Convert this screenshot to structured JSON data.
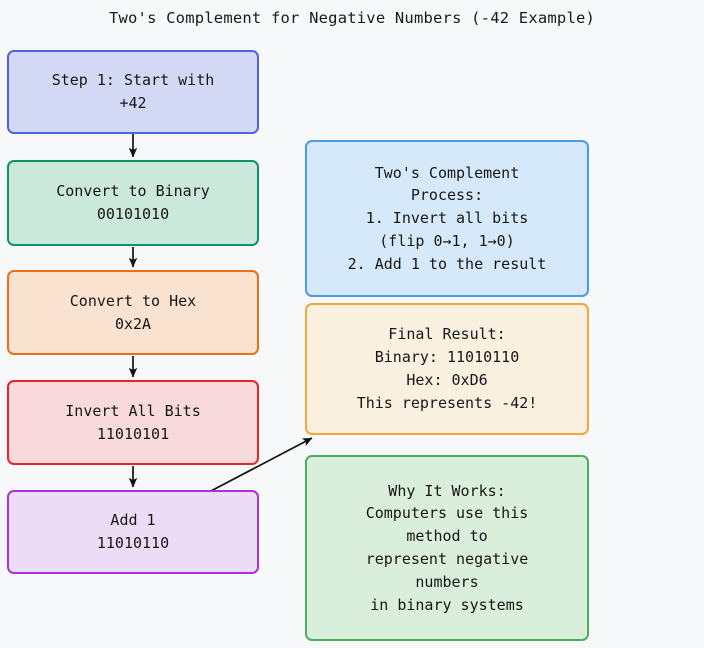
{
  "diagram": {
    "title": "Two's Complement for Negative Numbers (-42 Example)",
    "background_color": "#F7F8FA",
    "type": "flowchart",
    "nodes": [
      {
        "id": "start",
        "name": "step-1-start-with-42",
        "text": "Step 1: Start with\n+42",
        "border_color": "#4F63E0",
        "fill_color": "#D3D8F5",
        "column": "left",
        "order": 1
      },
      {
        "id": "binary",
        "name": "convert-to-binary",
        "text": "Convert to Binary\n00101010",
        "border_color": "#0E9463",
        "fill_color": "#CBE8DC",
        "column": "left",
        "order": 2
      },
      {
        "id": "hex",
        "name": "convert-to-hex",
        "text": "Convert to Hex\n0x2A",
        "border_color": "#E8701A",
        "fill_color": "#FAE2D0",
        "column": "left",
        "order": 3
      },
      {
        "id": "invert",
        "name": "invert-all-bits",
        "text": "Invert All Bits\n11010101",
        "border_color": "#E8232A",
        "fill_color": "#F8DADC",
        "column": "left",
        "order": 4
      },
      {
        "id": "add",
        "name": "add-one",
        "text": "Add 1\n11010110",
        "border_color": "#A933D8",
        "fill_color": "#EDDCF5",
        "column": "left",
        "order": 5
      },
      {
        "id": "process",
        "name": "twos-complement-process",
        "text": "Two's Complement\nProcess:\n1. Invert all bits\n(flip 0→1, 1→0)\n2. Add 1 to the result",
        "border_color": "#4A9BE8",
        "fill_color": "#D6E9FA",
        "column": "right",
        "order": 1
      },
      {
        "id": "final",
        "name": "final-result",
        "text": "Final Result:\nBinary: 11010110\nHex: 0xD6\nThis represents -42!",
        "border_color": "#F0A83A",
        "fill_color": "#FAF0DF",
        "column": "right",
        "order": 2
      },
      {
        "id": "why",
        "name": "why-it-works",
        "text": "Why It Works:\nComputers use this\nmethod to\nrepresent negative\nnumbers\nin binary systems",
        "border_color": "#4AAF5C",
        "fill_color": "#D9EFDC",
        "column": "right",
        "order": 3
      }
    ],
    "edges": [
      {
        "name": "edge-start-to-binary",
        "from": "start",
        "to": "binary",
        "style": "vertical-arrow"
      },
      {
        "name": "edge-binary-to-hex",
        "from": "binary",
        "to": "hex",
        "style": "vertical-arrow"
      },
      {
        "name": "edge-hex-to-invert",
        "from": "hex",
        "to": "invert",
        "style": "vertical-arrow"
      },
      {
        "name": "edge-invert-to-add",
        "from": "invert",
        "to": "add",
        "style": "vertical-arrow"
      },
      {
        "name": "edge-add-to-final",
        "from": "add",
        "to": "final",
        "style": "diagonal-arrow"
      }
    ],
    "edge_color": "#111111"
  }
}
